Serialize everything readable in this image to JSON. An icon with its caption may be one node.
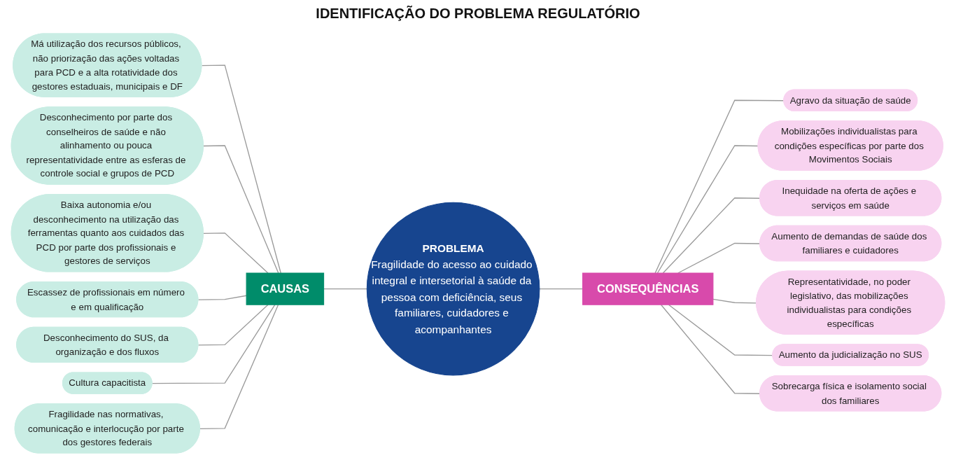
{
  "diagram": {
    "title": "IDENTIFICAÇÃO DO PROBLEMA REGULATÓRIO",
    "nodes": [
      {
        "text": [
          "PROBLEMA",
          "Fragilidade do acesso ao cuidado integral e intersetorial à saúde da pessoa com deficiência, seus familiares, cuidadores e acompanhantes"
        ]
      },
      {
        "text": [
          "CAUSAS"
        ]
      },
      {
        "text": [
          "CONSEQUÊNCIAS"
        ]
      },
      {
        "text": [
          "Má utilização dos recursos públicos, não priorização das ações voltadas para PCD e a alta rotatividade dos gestores estaduais, municipais e DF"
        ]
      },
      {
        "text": [
          "Desconhecimento por parte dos conselheiros de saúde e não alinhamento ou pouca representatividade entre as esferas de controle social e grupos de PCD"
        ]
      },
      {
        "text": [
          "Baixa autonomia e/ou desconhecimento na utilização das ferramentas quanto aos cuidados das PCD por parte dos profissionais e gestores de serviços"
        ]
      },
      {
        "text": [
          "Escassez de profissionais em número e em qualificação"
        ]
      },
      {
        "text": [
          "Desconhecimento do SUS, da organização e dos fluxos"
        ]
      },
      {
        "text": [
          "Cultura capacitista"
        ]
      },
      {
        "text": [
          "Fragilidade nas normativas, comunicação e interlocução por parte dos gestores federais"
        ]
      },
      {
        "text": [
          "Agravo da situação de saúde"
        ]
      },
      {
        "text": [
          "Mobilizações individualistas para condições específicas por parte dos Movimentos Sociais"
        ]
      },
      {
        "text": [
          "Inequidade na oferta de ações e serviços em saúde"
        ]
      },
      {
        "text": [
          "Aumento de demandas de saúde dos familiares e cuidadores"
        ]
      },
      {
        "text": [
          "Representatividade, no poder legislativo, das mobilizações individualistas para condições específicas"
        ]
      },
      {
        "text": [
          "Aumento da judicialização no SUS"
        ]
      },
      {
        "text": [
          "Sobrecarga física e isolamento social dos familiares"
        ]
      }
    ],
    "edges": [
      {
        "from": 1,
        "to": 0,
        "arrow": "none"
      },
      {
        "from": 0,
        "to": 2,
        "arrow": "none"
      },
      {
        "from": 3,
        "to": 1,
        "arrow": "none"
      },
      {
        "from": 4,
        "to": 1,
        "arrow": "none"
      },
      {
        "from": 5,
        "to": 1,
        "arrow": "none"
      },
      {
        "from": 6,
        "to": 1,
        "arrow": "none"
      },
      {
        "from": 7,
        "to": 1,
        "arrow": "none"
      },
      {
        "from": 8,
        "to": 1,
        "arrow": "none"
      },
      {
        "from": 9,
        "to": 1,
        "arrow": "none"
      },
      {
        "from": 2,
        "to": 10,
        "arrow": "none"
      },
      {
        "from": 2,
        "to": 11,
        "arrow": "none"
      },
      {
        "from": 2,
        "to": 12,
        "arrow": "none"
      },
      {
        "from": 2,
        "to": 13,
        "arrow": "none"
      },
      {
        "from": 2,
        "to": 14,
        "arrow": "none"
      },
      {
        "from": 2,
        "to": 15,
        "arrow": "none"
      },
      {
        "from": 2,
        "to": 16,
        "arrow": "none"
      }
    ]
  }
}
